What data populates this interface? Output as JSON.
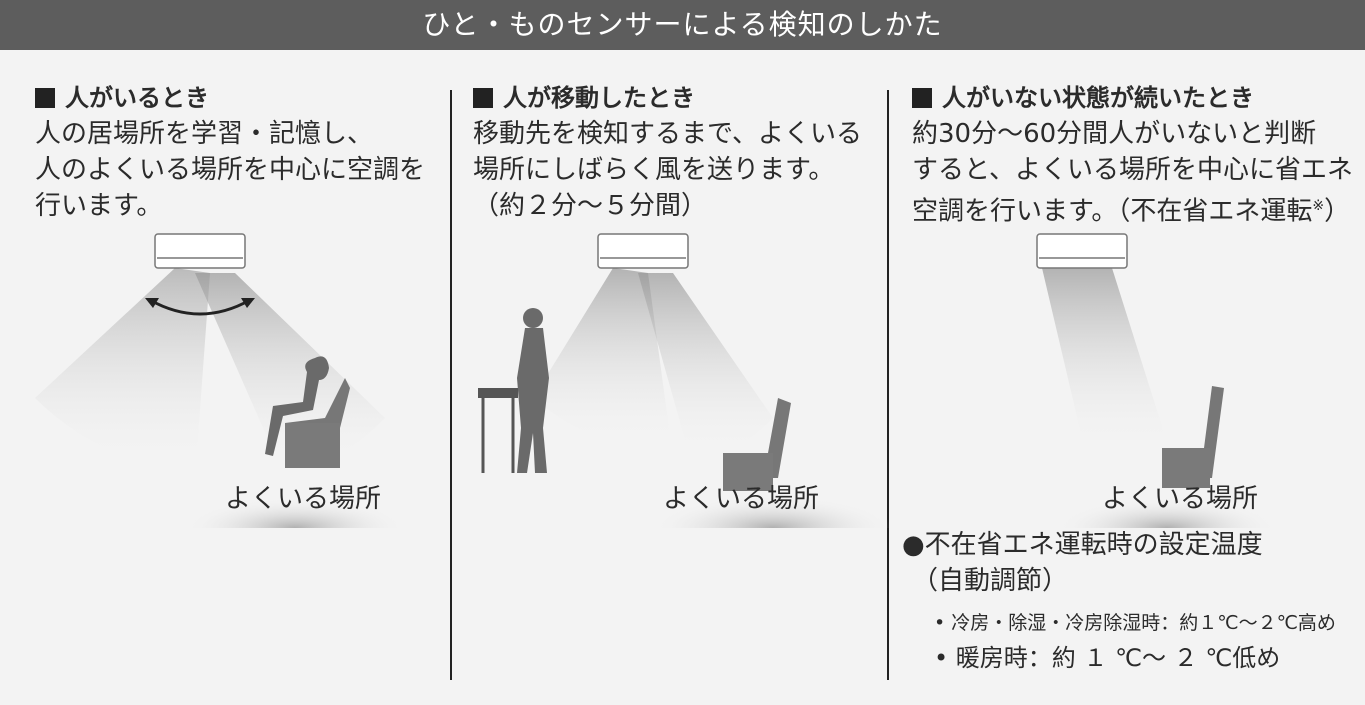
{
  "header": {
    "title": "ひと・ものセンサーによる検知のしかた"
  },
  "panels": [
    {
      "heading": "人がいるとき",
      "lines": [
        "人の居場所を学習・記憶し、",
        "人のよくいる場所を中心に空調を",
        "行います。"
      ],
      "place_label": "よくいる場所"
    },
    {
      "heading": "人が移動したとき",
      "lines": [
        "移動先を検知するまで、よくいる",
        "場所にしばらく風を送ります。",
        "（約２分〜５分間）"
      ],
      "place_label": "よくいる場所"
    },
    {
      "heading": "人がいない状態が続いたとき",
      "lines": [
        "約30分〜60分間人がいないと判断",
        "すると、よくいる場所を中心に省エネ",
        "空調を行います。（不在省エネ運転"
      ],
      "footnote_mark": "※",
      "line3_end": "）",
      "place_label": "よくいる場所"
    }
  ],
  "note": {
    "title": "●不在省エネ運転時の設定温度",
    "subtitle": "（自動調節）",
    "items": [
      "冷房・除湿・冷房除湿時：約１℃〜２℃高め",
      "暖房時：約 １ ℃〜 ２ ℃低め"
    ]
  },
  "colors": {
    "header_bg": "#5d5d5d",
    "text": "#2b2b2b",
    "page_bg": "#f3f3f3"
  }
}
